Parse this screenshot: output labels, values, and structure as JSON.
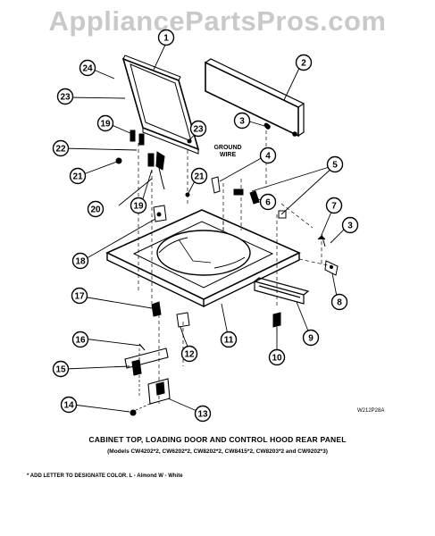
{
  "site": {
    "watermark": "AppliancePartsPros.com"
  },
  "diagram": {
    "callouts": [
      "1",
      "2",
      "3",
      "4",
      "5",
      "6",
      "7",
      "3",
      "8",
      "9",
      "10",
      "11",
      "12",
      "13",
      "14",
      "15",
      "16",
      "17",
      "18",
      "19",
      "20",
      "21",
      "22",
      "19",
      "23",
      "24",
      "23",
      "21"
    ],
    "annotation": {
      "line1": "GROUND",
      "line2": "WIRE"
    },
    "drawing_code": "W212P28A"
  },
  "caption": {
    "title": "CABINET TOP, LOADING DOOR AND CONTROL HOOD REAR PANEL",
    "models": "(Models CW4202*2, CW6202*2, CW8202*2, CW8415*2, CW8203*2 and CW9202*3)",
    "footnote": "* ADD LETTER TO DESIGNATE COLOR. L - Almond W - White"
  }
}
